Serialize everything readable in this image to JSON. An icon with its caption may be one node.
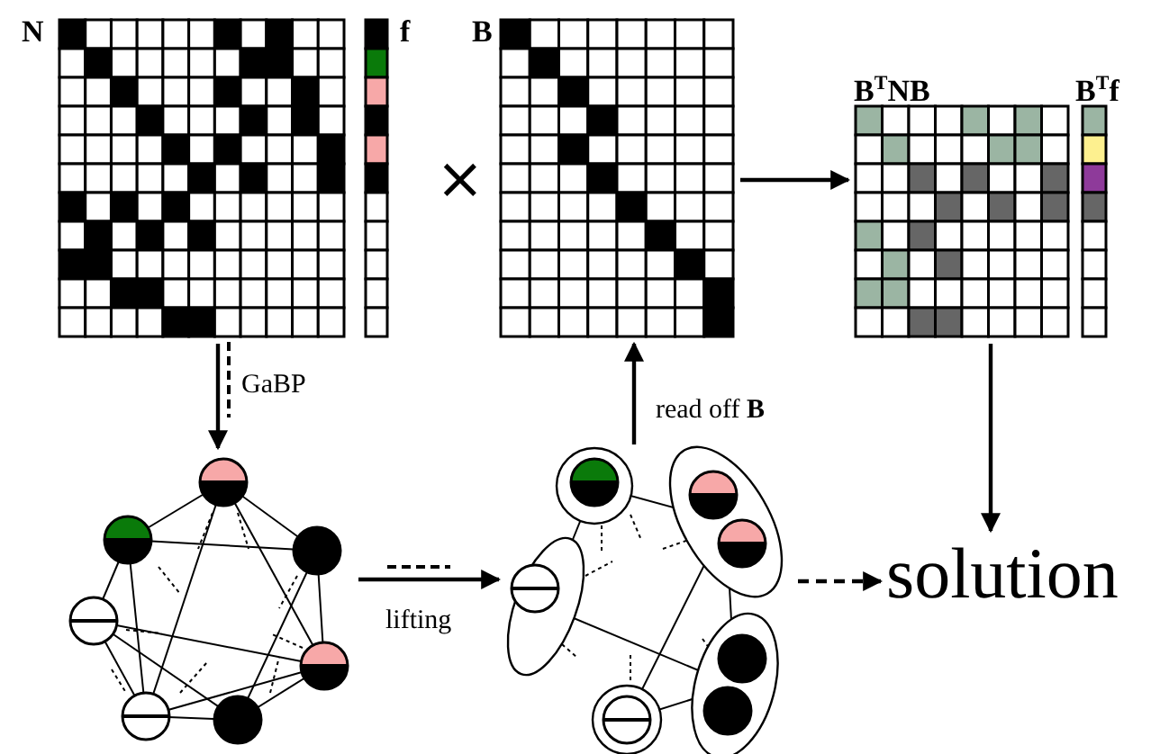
{
  "diagram": {
    "nodes": [
      {
        "text": [
          "N"
        ]
      },
      {
        "text": [
          "f"
        ]
      },
      {
        "text": [
          "B"
        ]
      },
      {
        "text": [
          "B$^{T}$NB"
        ]
      },
      {
        "text": [
          "B$^{T}$f"
        ]
      },
      {
        "text": [],
        "shape": "picture"
      },
      {
        "text": [],
        "shape": "picture"
      },
      {
        "text": [
          "solution"
        ]
      }
    ],
    "edges": [
      {
        "from": 0,
        "to": 5,
        "arrow": "to",
        "label": "GaBP"
      },
      {
        "from": 5,
        "to": 6,
        "arrow": "to",
        "label": "lifting"
      },
      {
        "from": 6,
        "to": 2,
        "arrow": "to",
        "label": "read off **B**"
      },
      {
        "from": 2,
        "to": 3,
        "arrow": "to"
      },
      {
        "from": 3,
        "to": 7,
        "arrow": "to"
      },
      {
        "from": 6,
        "to": 7,
        "arrow": "to",
        "style": "dashed"
      }
    ],
    "labels": [
      "×"
    ]
  }
}
